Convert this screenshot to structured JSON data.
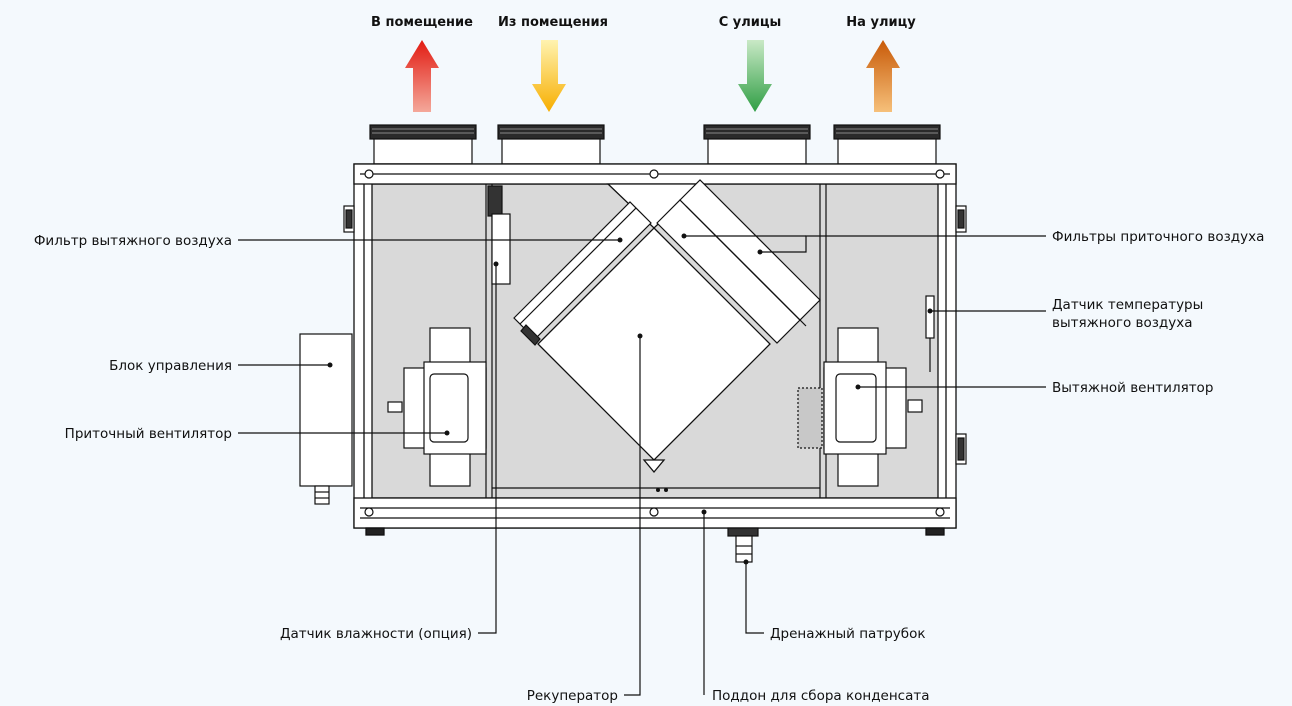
{
  "flows": {
    "to_room": "В помещение",
    "from_room": "Из помещения",
    "from_street": "С улицы",
    "to_street": "На улицу"
  },
  "labels": {
    "exhaust_filter": "Фильтр вытяжного воздуха",
    "control_unit": "Блок управления",
    "supply_fan": "Приточный вентилятор",
    "humidity_sensor": "Датчик влажности (опция)",
    "recuperator": "Рекуператор",
    "condensate_tray": "Поддон для сбора конденсата",
    "drain_pipe": "Дренажный патрубок",
    "exhaust_fan": "Вытяжной вентилятор",
    "exhaust_temp_sensor_1": "Датчик температуры",
    "exhaust_temp_sensor_2": "вытяжного воздуха",
    "supply_filters": "Фильтры приточного воздуха"
  },
  "colors": {
    "to_room_arrow": "#e8301e",
    "from_room_arrow": "#f7b500",
    "from_street_arrow": "#3aa64a",
    "to_street_arrow": "#d96f10",
    "body_fill": "#d9d9d9",
    "line": "#111111"
  }
}
